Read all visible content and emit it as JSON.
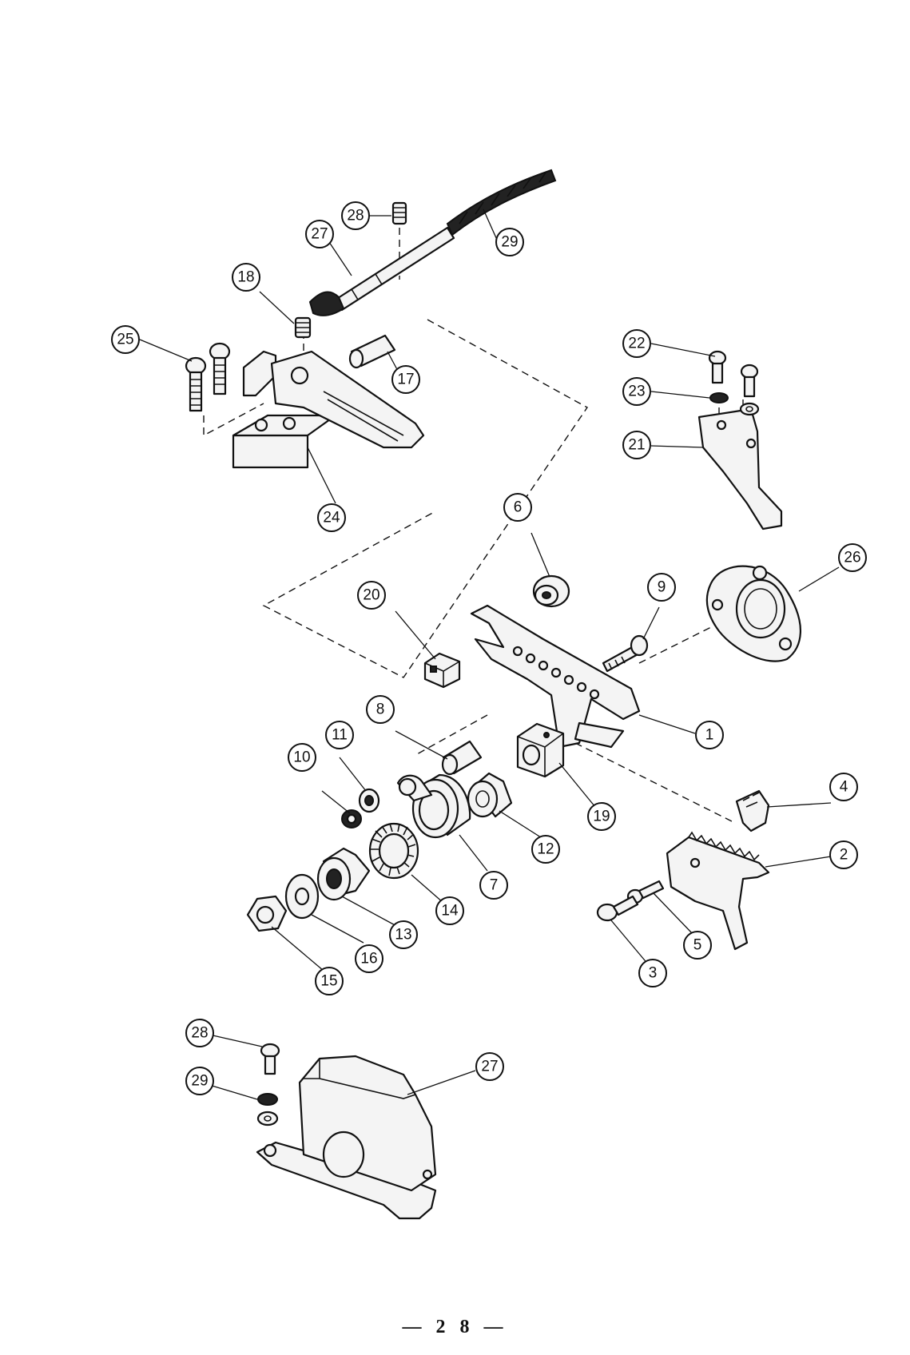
{
  "page_number": "— 2 8 —",
  "callouts": {
    "c1": "1",
    "c2": "2",
    "c3": "3",
    "c4": "4",
    "c5": "5",
    "c6": "6",
    "c7": "7",
    "c8": "8",
    "c9": "9",
    "c10": "10",
    "c11": "11",
    "c12": "12",
    "c13": "13",
    "c14": "14",
    "c15": "15",
    "c16": "16",
    "c17": "17",
    "c18": "18",
    "c19": "19",
    "c20": "20",
    "c21": "21",
    "c22": "22",
    "c23": "23",
    "c24": "24",
    "c25": "25",
    "c26": "26",
    "c27a": "27",
    "c28a": "28",
    "c29a": "29",
    "c27b": "27",
    "c28b": "28",
    "c29b": "29"
  }
}
